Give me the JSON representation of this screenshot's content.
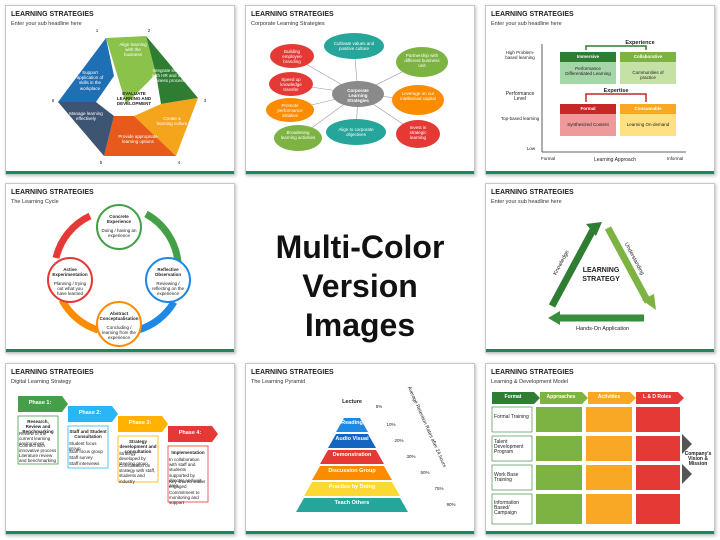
{
  "center": {
    "line1": "Multi-Color",
    "line2": "Version Images"
  },
  "slides": [
    {
      "title": "LEARNING STRATEGIES",
      "subtitle": "Enter your sub headline here",
      "steps": [
        "Align learning with the business",
        "Integrate learning with HR and other business processes",
        "Create a learning culture",
        "Provide appropriate learning options",
        "Manage learning effectively",
        "Support application of skills in the workplace"
      ],
      "center": "EVALUATE LEARNING AND DEVELOPMENT",
      "nums": [
        "1",
        "2",
        "3",
        "4",
        "5",
        "6"
      ]
    },
    {
      "title": "LEARNING STRATEGIES",
      "subtitle": "Corporate Learning Strategies",
      "center": "Corporate Learning Strategies",
      "bubbles": [
        "Building employee branding",
        "Cultivate values and positive culture",
        "Partnership with different business unit",
        "Speed up knowledge transfer",
        "Leverage on our intellectual capital",
        "Promote performance initiative",
        "Broadening learning activities",
        "Align to corporate objectives",
        "Invest in strategic learning"
      ]
    },
    {
      "title": "LEARNING STRATEGIES",
      "subtitle": "Enter your sub headline here",
      "ylabel_top": "High Problem-based learning",
      "ylabel_mid": "Performance Level",
      "ylabel_bottom": "Top-based learning",
      "ylow": "Low",
      "xleft": "Formal",
      "xmid": "Learning Approach",
      "xright": "Informal",
      "experience": "Experience",
      "expertise": "Expertise",
      "immersive": "Immersive",
      "immersive_text": "Performance Differentiated Learning",
      "collaborative": "Collaborative",
      "collaborative_text": "Communities of practice",
      "formal": "Formal",
      "formal_text": "Synthesized Content",
      "consumable": "Consumable",
      "consumable_text": "Learning On-demand"
    },
    {
      "title": "LEARNING STRATEGIES",
      "subtitle": "The Learning Cycle",
      "stages": [
        {
          "name": "Concrete Experience",
          "desc": "Doing / having an experience"
        },
        {
          "name": "Reflective Observation",
          "desc": "Reviewing / reflecting on the experience"
        },
        {
          "name": "Abstract Conceptualisation",
          "desc": "Concluding / learning from the experience"
        },
        {
          "name": "Active Experimentation",
          "desc": "Planning / trying out what you have learned"
        }
      ]
    },
    {
      "title": "LEARNING STRATEGIES",
      "subtitle": "Enter your sub headline here",
      "center": "LEARNING STRATEGY",
      "left": "Knowledge",
      "right": "Understanding",
      "bottom": "Hands-On Application"
    },
    {
      "title": "LEARNING STRATEGIES",
      "subtitle": "Digital Learning Strategy",
      "phases": [
        {
          "name": "Phase 1:",
          "head": "Research, Review and Benchmarking",
          "items": [
            "Review of the current learning environment",
            "Connect with innovative process",
            "Literature review and benchmarking"
          ]
        },
        {
          "name": "Phase 2:",
          "head": "Staff and Student Consultation",
          "items": [
            "Student focus group",
            "Staff focus group",
            "Staff survey",
            "Staff interviews"
          ]
        },
        {
          "name": "Phase 3:",
          "head": "Strategy development and consultation",
          "items": [
            "Strategy developed by steering group",
            "Consultation on strategy with staff, students and industry"
          ]
        },
        {
          "name": "Phase 4:",
          "head": "Implementation",
          "items": [
            "In collaboration with staff and students supported by director and unit area",
            "Key shared leader engaged",
            "Commitment to monitoring and support"
          ]
        }
      ]
    },
    {
      "title": "LEARNING STRATEGIES",
      "subtitle": "The Learning Pyramid",
      "levels": [
        {
          "name": "Lecture",
          "pct": "5%"
        },
        {
          "name": "Reading",
          "pct": "10%"
        },
        {
          "name": "Audio Visual",
          "pct": "20%"
        },
        {
          "name": "Demonstration",
          "pct": "30%"
        },
        {
          "name": "Discussion Group",
          "pct": "50%"
        },
        {
          "name": "Practice by Doing",
          "pct": "75%"
        },
        {
          "name": "Teach Others",
          "pct": "90%"
        }
      ],
      "side_label": "Average Retention Rates after 24 hours"
    },
    {
      "title": "LEARNING STRATEGIES",
      "subtitle": "Learning & Development Model",
      "headers": [
        "Format",
        "Approaches",
        "Activities",
        "L & D Roles"
      ],
      "rows": [
        "Formal Training",
        "Talent Development Program",
        "Work Base Training",
        "Information Based/ Campaign"
      ],
      "side": "Company's Vision & Mission"
    }
  ]
}
